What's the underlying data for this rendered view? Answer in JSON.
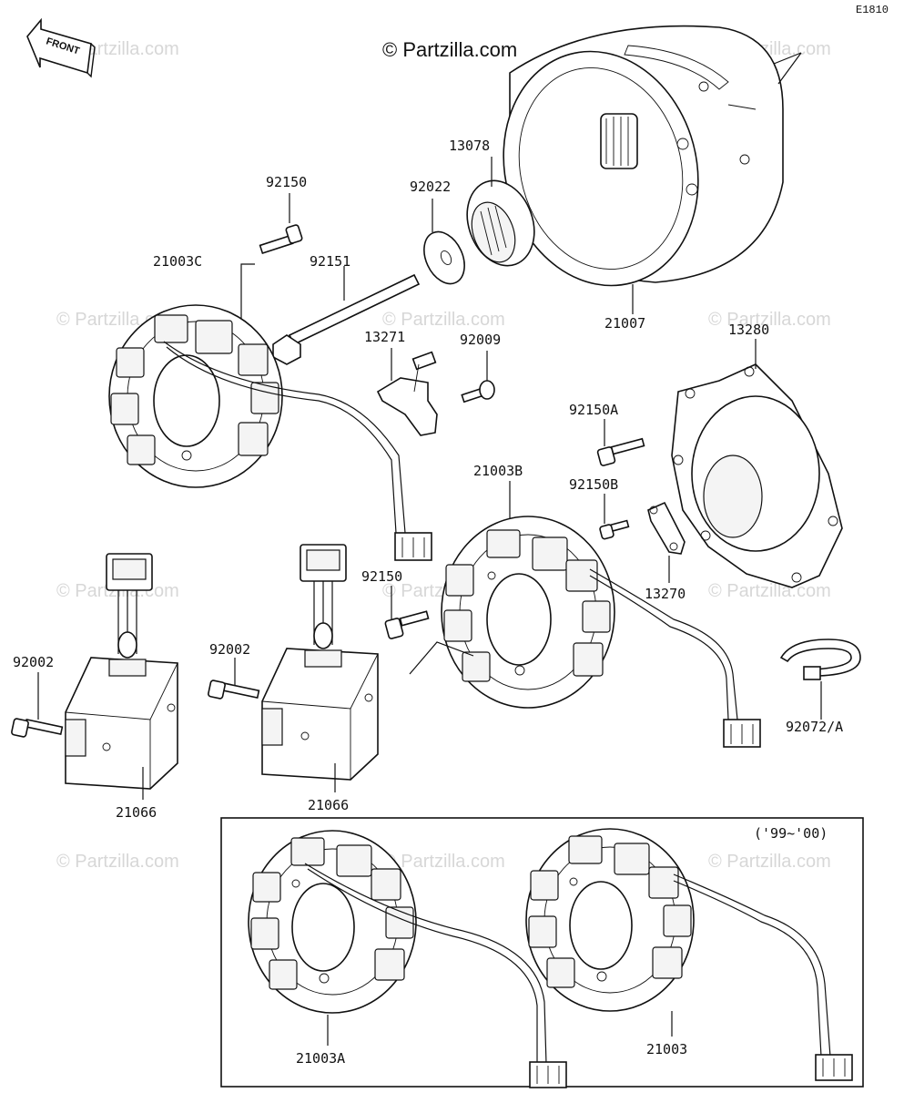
{
  "diagram": {
    "code": "E1810",
    "front_label": "FRONT",
    "copyright": "© Partzilla.com",
    "watermark": "© Partzilla.com",
    "inset_label": "('99~'00)",
    "parts": {
      "p92150_top": "92150",
      "p92022": "92022",
      "p13078": "13078",
      "p21003C": "21003C",
      "p92151": "92151",
      "p21007": "21007",
      "p13271": "13271",
      "p92009": "92009",
      "p13280": "13280",
      "p92150A": "92150A",
      "p21003B": "21003B",
      "p92150B": "92150B",
      "p92150_mid": "92150",
      "p13270": "13270",
      "p92002_left": "92002",
      "p92002_mid": "92002",
      "p21066_left": "21066",
      "p21066_mid": "21066",
      "p92072A": "92072/A",
      "p21003A": "21003A",
      "p21003": "21003"
    }
  }
}
